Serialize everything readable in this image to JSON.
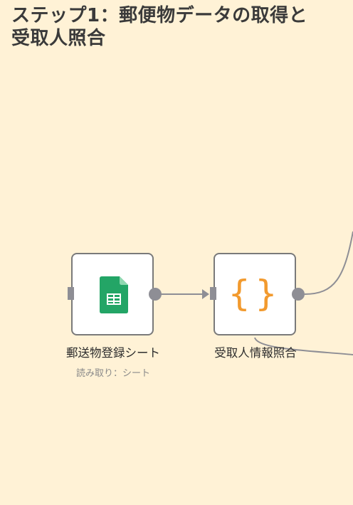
{
  "sticky": {
    "title_line1": "ステップ1：郵便物データの取得と",
    "title_line2": "受取人照合"
  },
  "nodes": [
    {
      "id": "sheet",
      "label": "郵送物登録シート",
      "sublabel": "読み取り：シート",
      "icon": "google-sheets-icon"
    },
    {
      "id": "code",
      "label": "受取人情報照合",
      "icon": "code-braces-icon",
      "glyph": "{}"
    }
  ],
  "colors": {
    "canvas_background": "#fff2d6",
    "node_border": "#7a7a7a",
    "port": "#8e8e95",
    "connection": "#8e8e95",
    "sheets_green": "#23a566",
    "braces_orange": "#f29a2e"
  }
}
